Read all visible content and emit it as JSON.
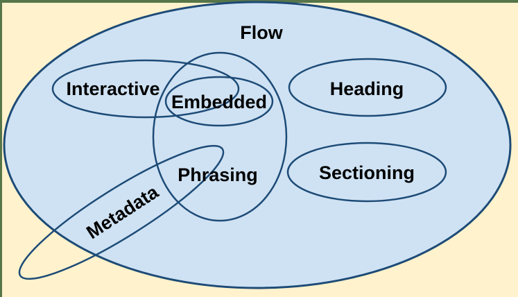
{
  "diagram": {
    "type": "euler-venn",
    "topic": "content-categories",
    "regions": [
      {
        "id": "flow",
        "label": "Flow"
      },
      {
        "id": "interactive",
        "label": "Interactive"
      },
      {
        "id": "embedded",
        "label": "Embedded"
      },
      {
        "id": "heading",
        "label": "Heading"
      },
      {
        "id": "phrasing",
        "label": "Phrasing"
      },
      {
        "id": "sectioning",
        "label": "Sectioning"
      },
      {
        "id": "metadata",
        "label": "Metadata"
      }
    ],
    "colors": {
      "background": "#FFF2CC",
      "ellipse-fill": "#CFE2F3",
      "ellipse-stroke": "#1D4B77",
      "frame-green": "#567549",
      "label-color": "#000000"
    }
  }
}
